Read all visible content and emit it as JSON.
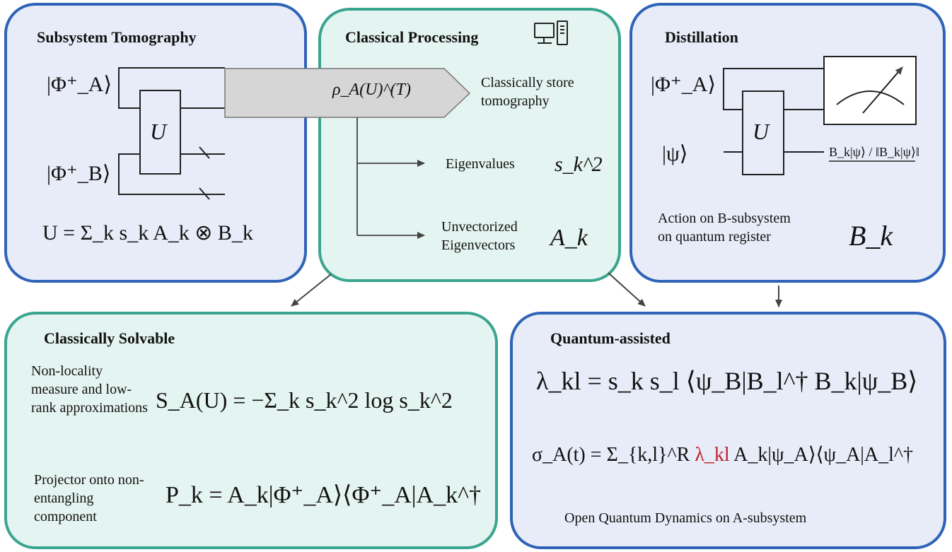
{
  "panels": {
    "tomography": {
      "title": "Subsystem Tomography",
      "ket_a": "|Φ⁺_A⟩",
      "ket_b": "|Φ⁺_B⟩",
      "gate": "U",
      "decomposition": "U = Σ_k s_k A_k ⊗ B_k"
    },
    "processing": {
      "title": "Classical Processing",
      "arrow_label": "ρ_A(U)^(T)",
      "store_label": "Classically store tomography",
      "eigenvalues_label": "Eigenvalues",
      "eigenvalues_symbol": "s_k^2",
      "eigenvectors_label": "Unvectorized Eigenvectors",
      "eigenvectors_symbol": "A_k"
    },
    "distillation": {
      "title": "Distillation",
      "ket_a": "|Φ⁺_A⟩",
      "ket_psi": "|ψ⟩",
      "gate": "U",
      "output_state": "B_k|ψ⟩ / ‖B_k|ψ⟩‖",
      "action_label": "Action on B-subsystem on quantum register",
      "action_symbol": "B_k"
    },
    "classically_solvable": {
      "title": "Classically Solvable",
      "nonlocality_label": "Non-locality measure and low-rank approximations",
      "entropy_formula": "S_A(U) = −Σ_k s_k^2 log s_k^2",
      "projector_label": "Projector onto non-entangling component",
      "projector_formula": "P_k = A_k|Φ⁺_A⟩⟨Φ⁺_A|A_k^†"
    },
    "quantum_assisted": {
      "title": "Quantum-assisted",
      "lambda_formula": "λ_kl = s_k s_l ⟨ψ_B|B_l^† B_k|ψ_B⟩",
      "sigma_formula": "σ_A(t) = Σ_{k,l}^R λ_kl A_k|ψ_A⟩⟨ψ_A|A_l^†",
      "caption": "Open Quantum Dynamics on A-subsystem"
    }
  },
  "colors": {
    "blue_border": "#2f63b8",
    "blue_fill": "#e8ecf8",
    "teal_border": "#3aa58f",
    "teal_fill": "#e4f4f0",
    "lambda_highlight": "#c0202a",
    "arrow": "#444444"
  },
  "icons": [
    "computer-icon",
    "meter-icon"
  ]
}
